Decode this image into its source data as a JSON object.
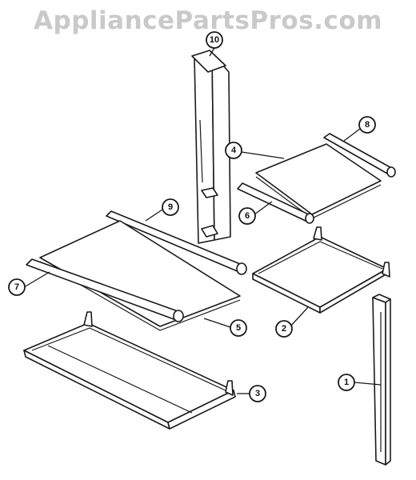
{
  "watermark": "AppliancePartsPros.com",
  "callouts": {
    "c1": "1",
    "c2": "2",
    "c3": "3",
    "c4": "4",
    "c5": "5",
    "c6": "6",
    "c7": "7",
    "c8": "8",
    "c9": "9",
    "c10": "10"
  }
}
